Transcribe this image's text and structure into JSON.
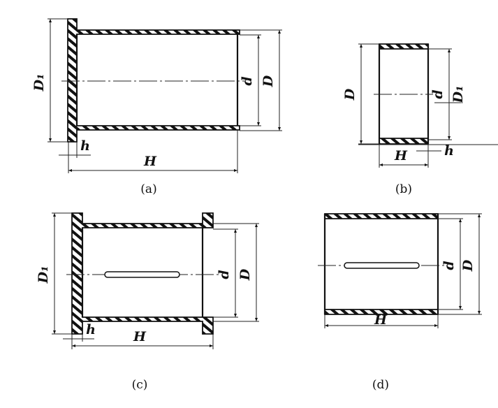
{
  "captions": {
    "a": "(a)",
    "b": "(b)",
    "c": "(c)",
    "d": "(d)"
  },
  "dims": {
    "D1": "D₁",
    "D": "D",
    "d": "d",
    "H": "H",
    "h": "h"
  }
}
